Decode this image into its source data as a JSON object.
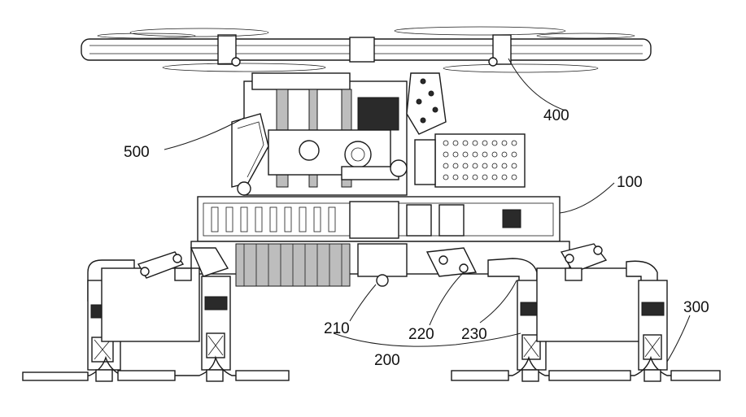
{
  "labels": {
    "l100": "100",
    "l200": "200",
    "l210": "210",
    "l220": "220",
    "l230": "230",
    "l300": "300",
    "l400": "400",
    "l500": "500"
  }
}
